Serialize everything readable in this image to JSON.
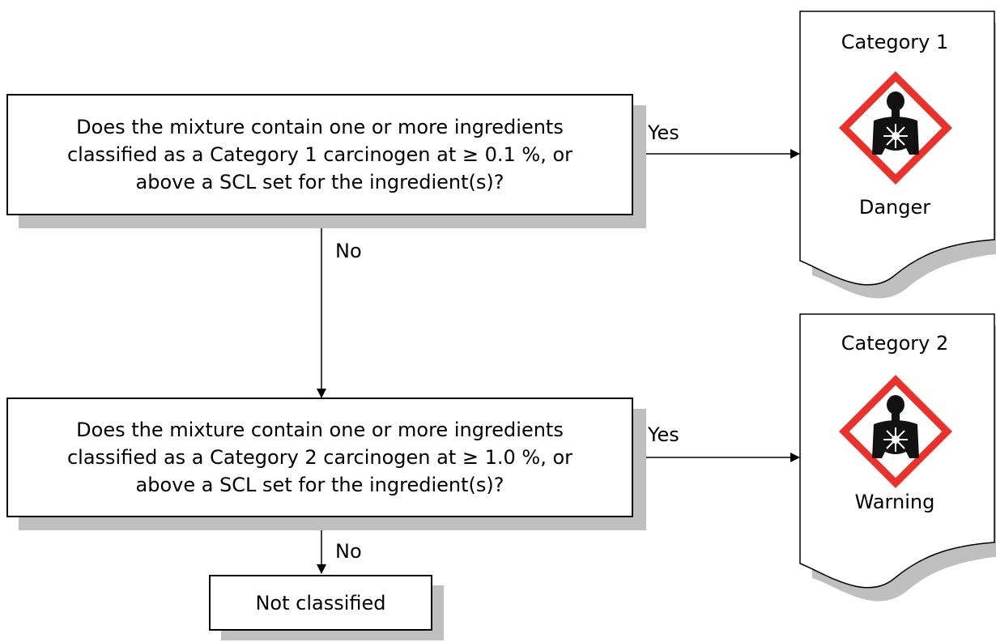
{
  "question1": {
    "line1": "Does the mixture contain one or more ingredients",
    "line2": "classified as a Category 1 carcinogen at ≥ 0.1 %, or",
    "line3": "above a SCL set for the ingredient(s)?"
  },
  "question2": {
    "line1": "Does the mixture contain one or more ingredients",
    "line2": "classified as a Category 2 carcinogen at ≥ 1.0 %, or",
    "line3": "above a SCL set for the ingredient(s)?"
  },
  "edges": {
    "yes1": "Yes",
    "no1": "No",
    "yes2": "Yes",
    "no2": "No"
  },
  "not_classified": "Not classified",
  "result1": {
    "category": "Category 1",
    "signal_word": "Danger",
    "pictogram": "health-hazard-icon"
  },
  "result2": {
    "category": "Category 2",
    "signal_word": "Warning",
    "pictogram": "health-hazard-icon"
  },
  "colors": {
    "pictogram_border": "#e8322b",
    "shadow": "#bfbfbf"
  }
}
